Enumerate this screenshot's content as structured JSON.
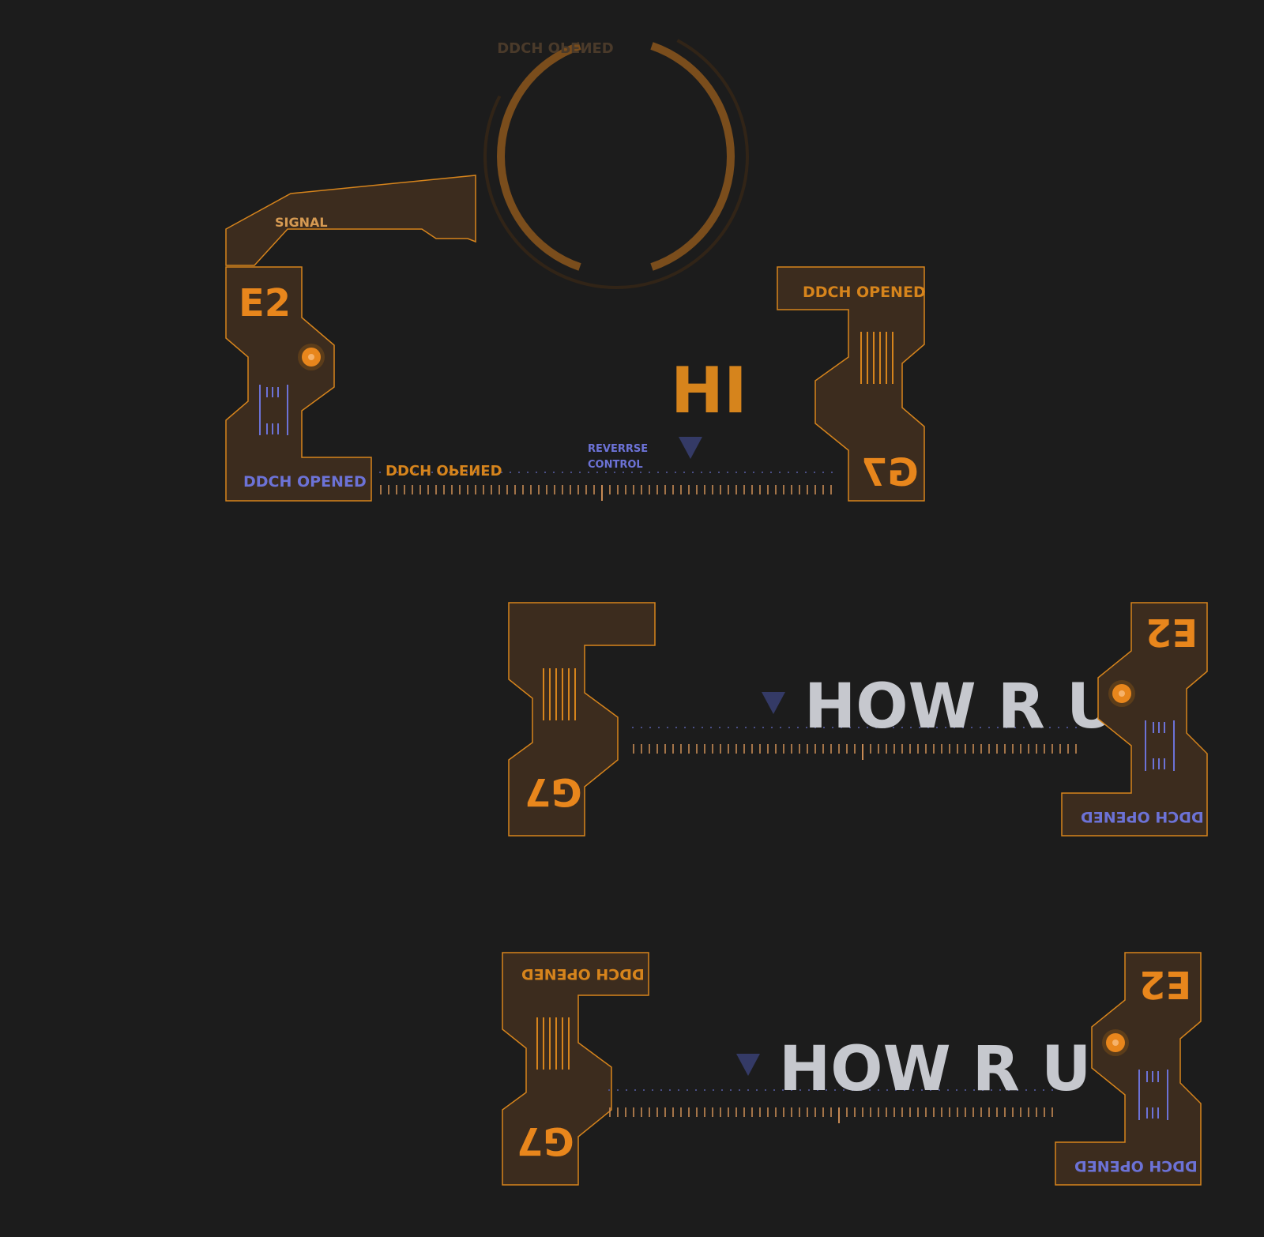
{
  "colors": {
    "background": "#1c1c1c",
    "panel_fill": "#3c2c1e",
    "panel_stroke": "#d6841c",
    "orange": "#e8861c",
    "orange_text": "#e48a22",
    "blue": "#6c72d6",
    "navy": "#343a66",
    "white_text": "#c6c8ce",
    "arc": "#7a4d1c"
  },
  "top_hud": {
    "arc_caption": "DDCH OPENED",
    "signal_label": "SIGNAL",
    "left_panel_code": "E2",
    "left_panel_caption": "DDCH OPENED",
    "ruler_caption": "DDCH OPENED",
    "reverse_control": "REVERRSE\nCONTROL",
    "reverse_line1": "REVERRSE",
    "reverse_line2": "CONTROL",
    "greeting": "HI",
    "right_panel_caption": "DDCH OPENED",
    "right_panel_code": "G7"
  },
  "middle_hud": {
    "left_panel_code": "G7",
    "message": "HOW R U",
    "right_panel_code": "E2",
    "right_panel_caption": "DDCH OPENED"
  },
  "bottom_hud": {
    "left_panel_caption": "DDCH OPENED",
    "left_panel_code": "G7",
    "message": "HOW R U",
    "right_panel_code": "E2",
    "right_panel_caption": "DDCH OPENED"
  },
  "icons": [
    "status-dot-icon",
    "barcode-icon",
    "pointer-triangle-icon",
    "ruler-ticks-icon"
  ]
}
